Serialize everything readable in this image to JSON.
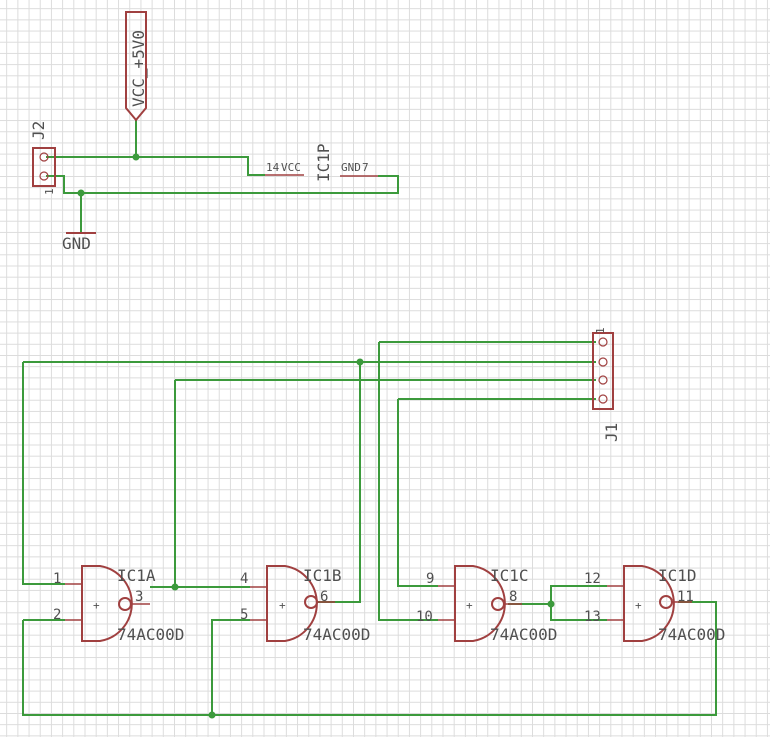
{
  "power": {
    "vcc_label": "VCC_+5V0",
    "gnd_label": "GND"
  },
  "connectors": {
    "j2": {
      "name": "J2",
      "pin1": "1"
    },
    "j1": {
      "name": "J1",
      "pin1": "1"
    }
  },
  "power_unit": {
    "name": "IC1P",
    "vcc_pin": "14",
    "vcc_name": "VCC",
    "gnd_name": "GND",
    "gnd_pin": "7"
  },
  "gates": [
    {
      "name": "IC1A",
      "value": "74AC00D",
      "in1": "1",
      "in2": "2",
      "out": "3"
    },
    {
      "name": "IC1B",
      "value": "74AC00D",
      "in1": "4",
      "in2": "5",
      "out": "6"
    },
    {
      "name": "IC1C",
      "value": "74AC00D",
      "in1": "9",
      "in2": "10",
      "out": "8"
    },
    {
      "name": "IC1D",
      "value": "74AC00D",
      "in1": "12",
      "in2": "13",
      "out": "11"
    }
  ],
  "colors": {
    "wire": "#3c9a3c",
    "symbol": "#a04040",
    "text": "#505050",
    "grid": "#dcdcdc"
  }
}
